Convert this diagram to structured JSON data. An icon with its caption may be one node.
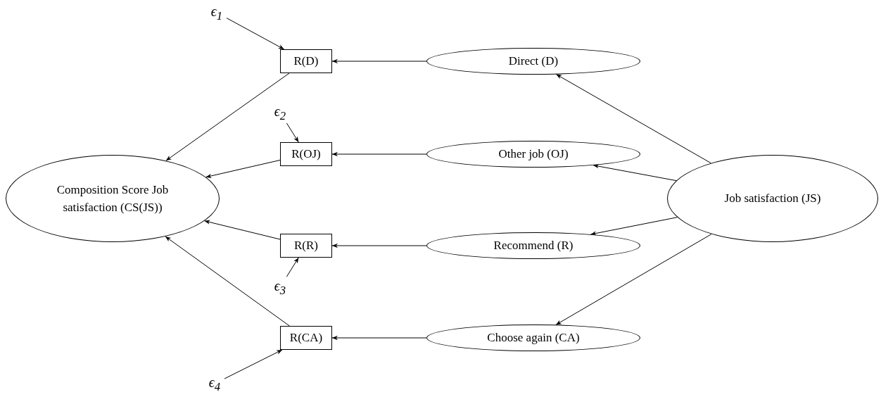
{
  "diagram": {
    "nodes": [
      {
        "text": [
          "Composition Score Job satisfaction (CS(JS))"
        ]
      },
      {
        "text": [
          "R(D)"
        ]
      },
      {
        "text": [
          "R(OJ)"
        ]
      },
      {
        "text": [
          "R(R)"
        ]
      },
      {
        "text": [
          "R(CA)"
        ]
      },
      {
        "text": [
          "Direct (D)"
        ]
      },
      {
        "text": [
          "Other job (OJ)"
        ]
      },
      {
        "text": [
          "Recommend (R)"
        ]
      },
      {
        "text": [
          "Choose again (CA)"
        ]
      },
      {
        "text": [
          "Job satisfaction (JS)"
        ]
      },
      {
        "text": [
          "ϵ$_{1}$"
        ]
      },
      {
        "text": [
          "ϵ$_{2}$"
        ]
      },
      {
        "text": [
          "ϵ$_{3}$"
        ]
      },
      {
        "text": [
          "ϵ$_{4}$"
        ]
      }
    ],
    "edges": [
      {
        "from": 5,
        "to": 1,
        "arrow": "to"
      },
      {
        "from": 6,
        "to": 2,
        "arrow": "to"
      },
      {
        "from": 7,
        "to": 3,
        "arrow": "to"
      },
      {
        "from": 8,
        "to": 4,
        "arrow": "to"
      },
      {
        "from": 9,
        "to": 5,
        "arrow": "to"
      },
      {
        "from": 9,
        "to": 6,
        "arrow": "to"
      },
      {
        "from": 9,
        "to": 7,
        "arrow": "to"
      },
      {
        "from": 9,
        "to": 8,
        "arrow": "to"
      },
      {
        "from": 1,
        "to": 0,
        "arrow": "to"
      },
      {
        "from": 2,
        "to": 0,
        "arrow": "to"
      },
      {
        "from": 3,
        "to": 0,
        "arrow": "to"
      },
      {
        "from": 4,
        "to": 0,
        "arrow": "to"
      },
      {
        "from": 10,
        "to": 1,
        "arrow": "to"
      },
      {
        "from": 11,
        "to": 2,
        "arrow": "to"
      },
      {
        "from": 12,
        "to": 3,
        "arrow": "to"
      },
      {
        "from": 13,
        "to": 4,
        "arrow": "to"
      }
    ]
  }
}
